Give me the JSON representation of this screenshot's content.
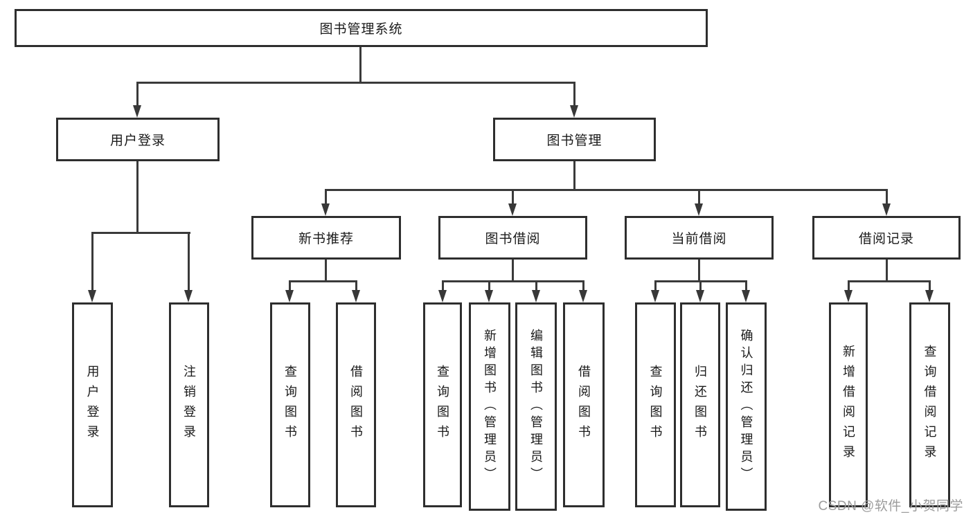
{
  "diagram": {
    "root": {
      "label": "图书管理系统"
    },
    "branches": [
      {
        "label": "用户登录",
        "children": [
          "用户登录",
          "注销登录"
        ]
      },
      {
        "label": "图书管理",
        "groups": [
          {
            "label": "新书推荐",
            "children": [
              "查询图书",
              "借阅图书"
            ]
          },
          {
            "label": "图书借阅",
            "children": [
              "查询图书",
              "新增图书（管理员）",
              "编辑图书（管理员）",
              "借阅图书"
            ]
          },
          {
            "label": "当前借阅",
            "children": [
              "查询图书",
              "归还图书",
              "确认归还（管理员）"
            ]
          },
          {
            "label": "借阅记录",
            "children": [
              "新增借阅记录",
              "查询借阅记录"
            ]
          }
        ]
      }
    ],
    "colors": {
      "line": "#3a3a3a",
      "box_border": "#2e2e2e",
      "box_bg": "#ffffff",
      "text": "#1a1a1a",
      "watermark": "#9c9c9c"
    }
  },
  "watermark": {
    "text": "CSDN @软件_小贺同学"
  }
}
